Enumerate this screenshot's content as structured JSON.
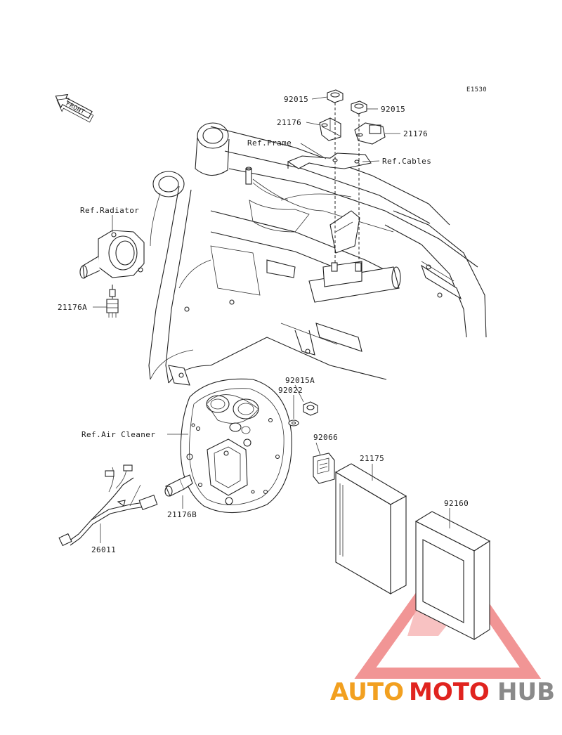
{
  "diagram_code": "E1530",
  "front_marker": "FRONT",
  "refs": {
    "frame": "Ref.Frame",
    "cables": "Ref.Cables",
    "radiator": "Ref.Radiator",
    "air_cleaner": "Ref.Air Cleaner"
  },
  "parts": {
    "nut_left": "92015",
    "nut_right": "92015",
    "sensor_left": "21176",
    "sensor_right": "21176",
    "temp_sensor": "21176A",
    "nut_a": "92015A",
    "washer": "92022",
    "connector": "92066",
    "ecu": "21175",
    "ecu_cover": "92160",
    "air_sensor": "21176B",
    "harness": "26011"
  },
  "watermark": {
    "part1": "AUTO",
    "part2": "MOTO",
    "part3": "HUB",
    "colors": {
      "red": "#e0241f",
      "orange": "#f2a020",
      "gray": "#8a8a8a"
    }
  }
}
